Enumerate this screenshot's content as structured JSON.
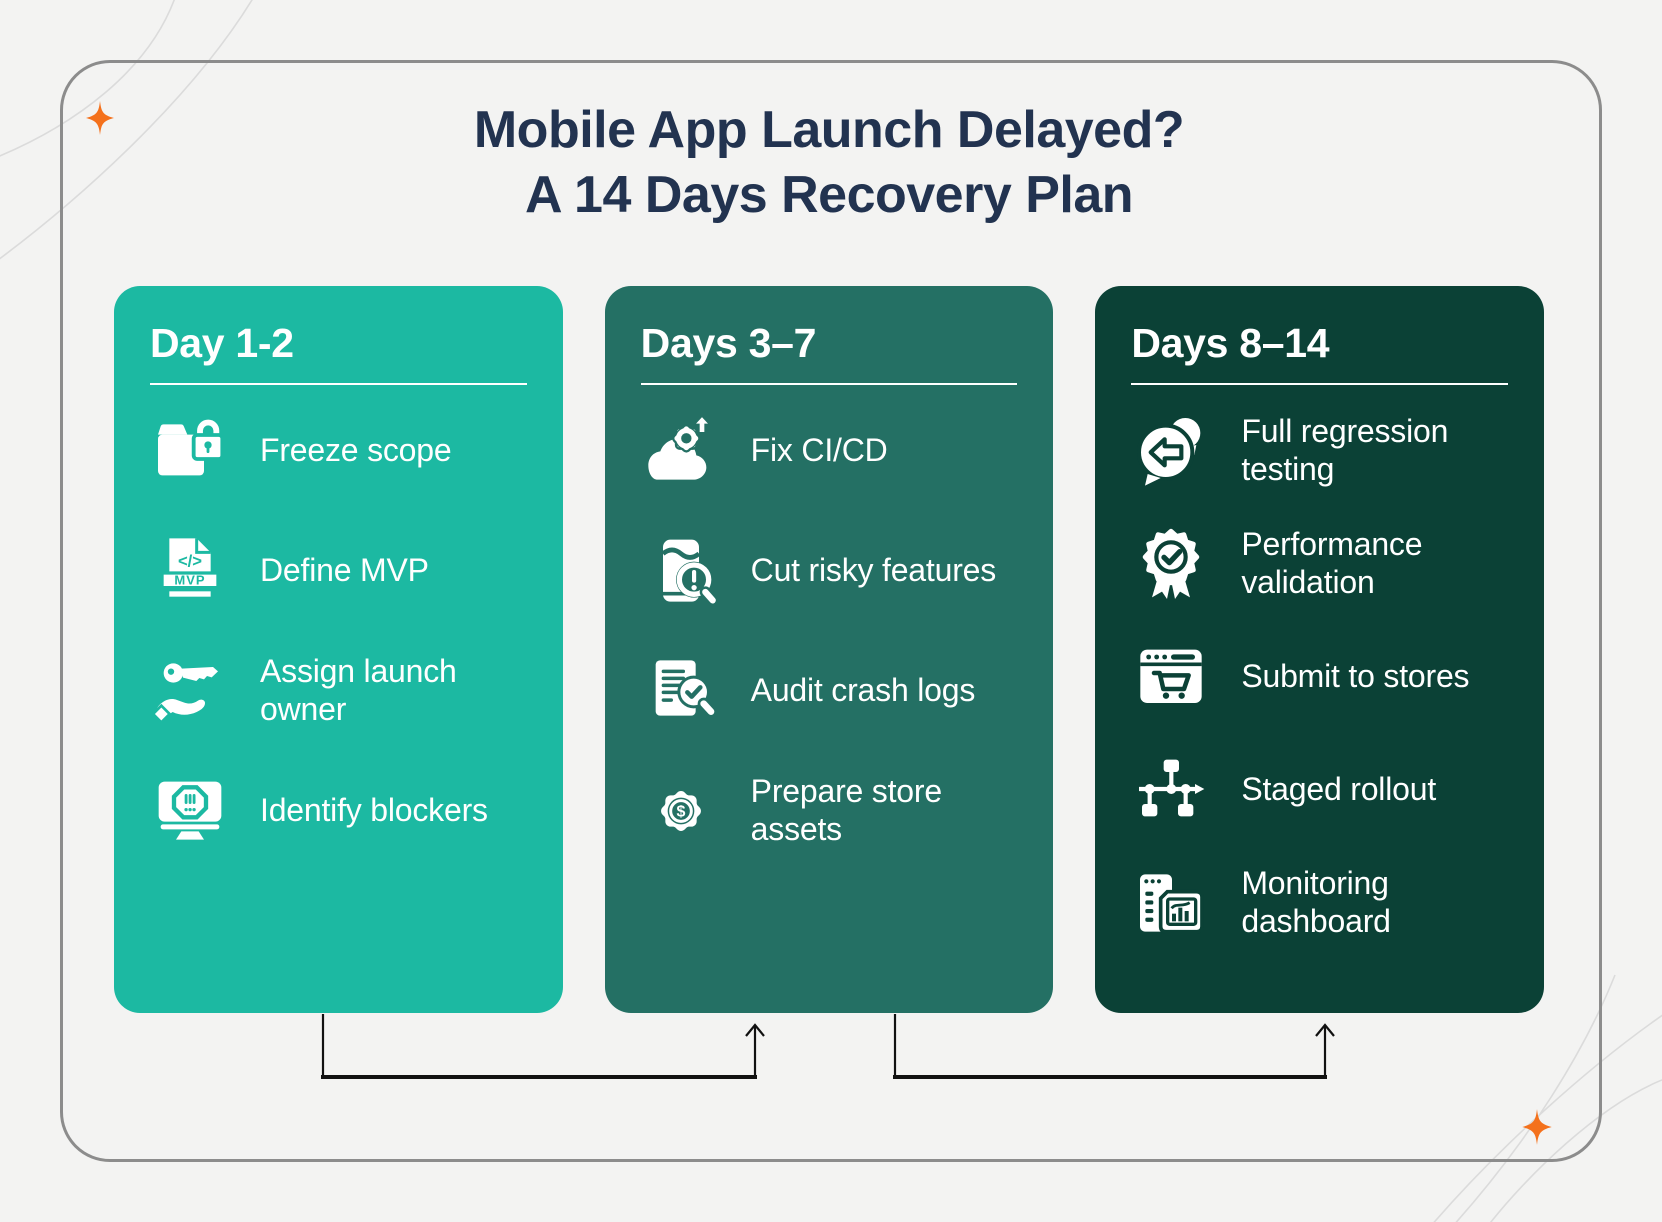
{
  "title": {
    "line1": "Mobile App Launch Delayed?",
    "line2": "A 14 Days Recovery Plan"
  },
  "cards": [
    {
      "title": "Day 1-2",
      "color": "#1CB9A2",
      "items": [
        {
          "icon": "folder-lock-icon",
          "label": "Freeze scope"
        },
        {
          "icon": "mvp-code-file-icon",
          "label": "Define MVP"
        },
        {
          "icon": "key-in-hand-icon",
          "label": "Assign launch owner"
        },
        {
          "icon": "blocker-monitor-icon",
          "label": "Identify blockers"
        }
      ]
    },
    {
      "title": "Days 3–7",
      "color": "#247064",
      "items": [
        {
          "icon": "cloud-gear-upload-icon",
          "label": "Fix CI/CD"
        },
        {
          "icon": "phone-alert-magnifier-icon",
          "label": "Cut risky features"
        },
        {
          "icon": "crash-log-audit-icon",
          "label": "Audit crash logs"
        },
        {
          "icon": "gear-dollar-icon",
          "label": "Prepare store assets"
        }
      ]
    },
    {
      "title": "Days 8–14",
      "color": "#0B4136",
      "items": [
        {
          "icon": "chat-back-arrow-icon",
          "label": "Full regression testing"
        },
        {
          "icon": "badge-check-icon",
          "label": "Performance validation"
        },
        {
          "icon": "store-cart-browser-icon",
          "label": "Submit to stores"
        },
        {
          "icon": "staged-rollout-sitemap-icon",
          "label": "Staged rollout"
        },
        {
          "icon": "monitoring-dashboard-icon",
          "label": "Monitoring dashboard"
        }
      ]
    }
  ],
  "connectors": [
    {
      "from": "card-1",
      "to": "card-2"
    },
    {
      "from": "card-2",
      "to": "card-3"
    }
  ],
  "decor": {
    "sparkle_color": "#F4711C",
    "curve_color": "#DBDBDB",
    "panel_border_color": "#8C8C8C",
    "title_color": "#223350",
    "background_color": "#F3F3F2",
    "connector_color": "#111111"
  }
}
